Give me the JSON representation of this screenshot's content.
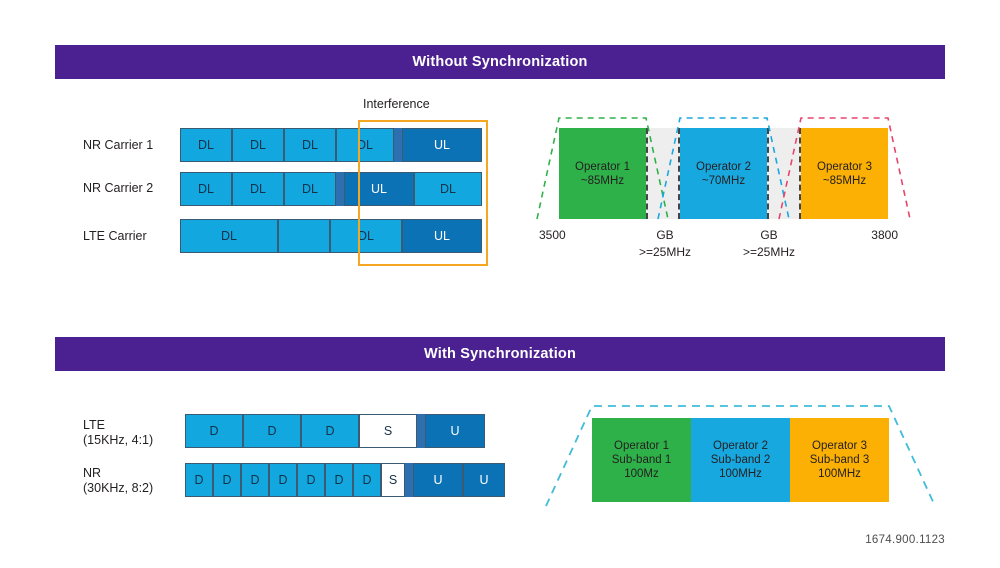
{
  "figure": {
    "footer_code": "1674.900.1123"
  },
  "sections": {
    "top": {
      "banner": "Without Synchronization",
      "interference_label": "Interference",
      "rows": [
        {
          "label": "NR Carrier 1",
          "cells": [
            {
              "text": "DL",
              "kind": "dl"
            },
            {
              "text": "DL",
              "kind": "dl"
            },
            {
              "text": "DL",
              "kind": "dl"
            },
            {
              "text": "DL",
              "kind": "dl"
            },
            {
              "text": "",
              "kind": "gap"
            },
            {
              "text": "UL",
              "kind": "ul"
            }
          ]
        },
        {
          "label": "NR Carrier 2",
          "cells": [
            {
              "text": "DL",
              "kind": "dl"
            },
            {
              "text": "DL",
              "kind": "dl"
            },
            {
              "text": "DL",
              "kind": "dl"
            },
            {
              "text": "",
              "kind": "gap"
            },
            {
              "text": "UL",
              "kind": "ul"
            },
            {
              "text": "DL",
              "kind": "dl"
            }
          ]
        },
        {
          "label": "LTE Carrier",
          "cells": [
            {
              "text": "DL",
              "kind": "dl"
            },
            {
              "text": "",
              "kind": "dl"
            },
            {
              "text": "DL",
              "kind": "dl"
            },
            {
              "text": "UL",
              "kind": "ul"
            }
          ]
        }
      ],
      "spectrum": {
        "blocks": [
          {
            "kind": "operator",
            "color": "green",
            "line1": "Operator 1",
            "line2": "~85MHz"
          },
          {
            "kind": "guard",
            "color": "gb",
            "line1": "",
            "line2": ""
          },
          {
            "kind": "operator",
            "color": "blue",
            "line1": "Operator 2",
            "line2": "~70MHz"
          },
          {
            "kind": "guard",
            "color": "gb",
            "line1": "",
            "line2": ""
          },
          {
            "kind": "operator",
            "color": "orange",
            "line1": "Operator 3",
            "line2": "~85MHz"
          }
        ],
        "axis": {
          "start": "3500",
          "end": "3800",
          "guard_label": "GB",
          "guard_value": ">=25MHz"
        }
      }
    },
    "bottom": {
      "banner": "With Synchronization",
      "rows": [
        {
          "label": "LTE\n(15KHz, 4:1)",
          "cells": [
            {
              "text": "D",
              "kind": "dl"
            },
            {
              "text": "D",
              "kind": "dl"
            },
            {
              "text": "D",
              "kind": "dl"
            },
            {
              "text": "S",
              "kind": "sp"
            },
            {
              "text": "",
              "kind": "gap"
            },
            {
              "text": "U",
              "kind": "ul"
            }
          ]
        },
        {
          "label": "NR\n(30KHz, 8:2)",
          "cells": [
            {
              "text": "D",
              "kind": "dl"
            },
            {
              "text": "D",
              "kind": "dl"
            },
            {
              "text": "D",
              "kind": "dl"
            },
            {
              "text": "D",
              "kind": "dl"
            },
            {
              "text": "D",
              "kind": "dl"
            },
            {
              "text": "D",
              "kind": "dl"
            },
            {
              "text": "D",
              "kind": "dl"
            },
            {
              "text": "S",
              "kind": "sp"
            },
            {
              "text": "",
              "kind": "gap"
            },
            {
              "text": "U",
              "kind": "ul"
            },
            {
              "text": "U",
              "kind": "ul"
            }
          ]
        }
      ],
      "spectrum": {
        "blocks": [
          {
            "color": "green",
            "line1": "Operator 1",
            "line2": "Sub-band 1",
            "line3": "100Mz"
          },
          {
            "color": "blue",
            "line1": "Operator 2",
            "line2": "Sub-band 2",
            "line3": "100MHz"
          },
          {
            "color": "orange",
            "line1": "Operator 3",
            "line2": "Sub-band 3",
            "line3": "100MHz"
          }
        ]
      }
    }
  },
  "colors": {
    "banner_purple": "#4B2191",
    "dl_blue": "#12A7DF",
    "ul_blue": "#0C72B6",
    "operator1_green": "#2FB14A",
    "operator2_blue": "#18A8E0",
    "operator3_orange": "#FBB003",
    "guard_band_gray": "#EEEEEE",
    "interference_orange": "#F5A623"
  }
}
